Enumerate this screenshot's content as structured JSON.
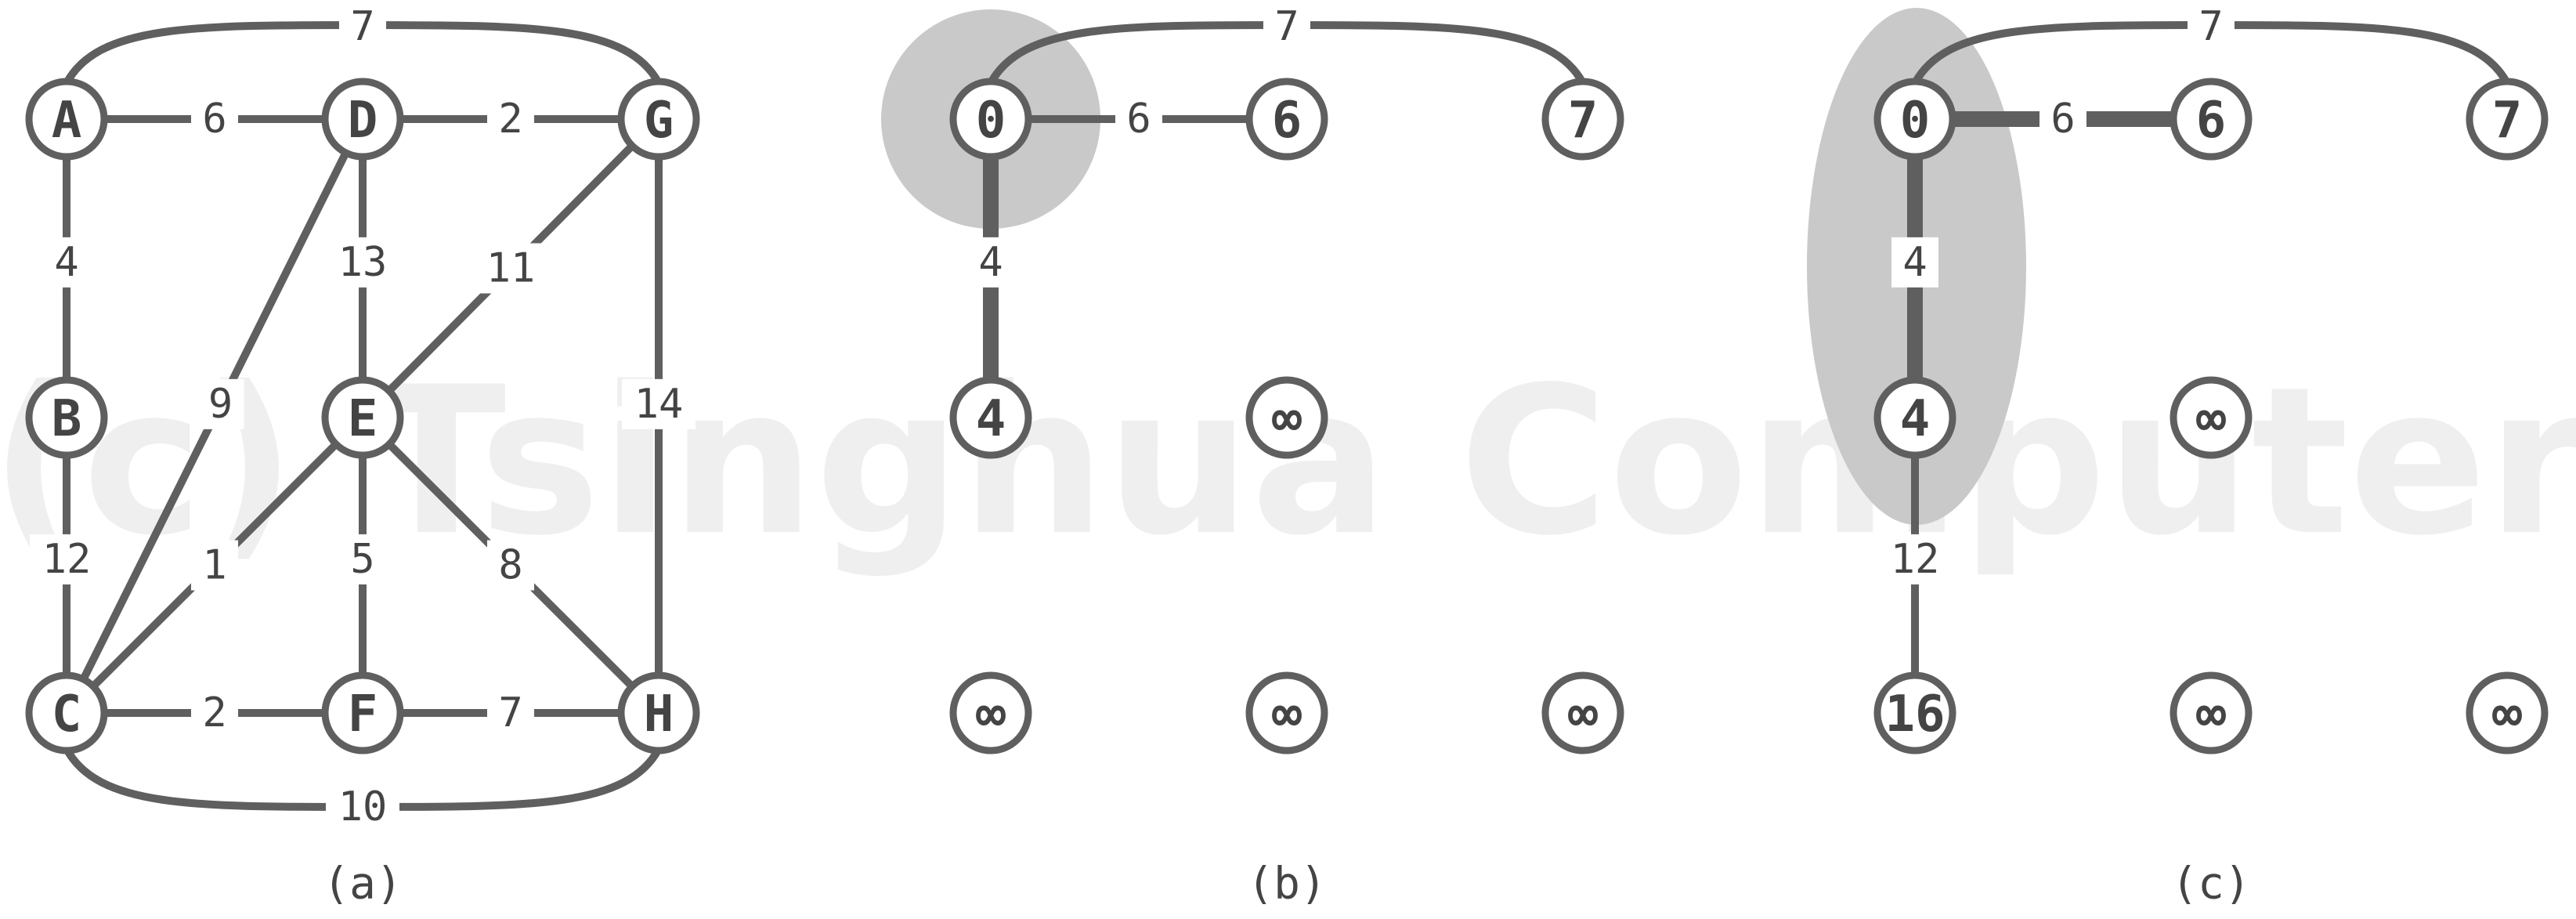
{
  "watermark": "(c) Tsinghua Computer",
  "panels": [
    {
      "id": "a",
      "caption": "(a)",
      "nodes": [
        {
          "id": "A",
          "label": "A"
        },
        {
          "id": "D",
          "label": "D"
        },
        {
          "id": "G",
          "label": "G"
        },
        {
          "id": "B",
          "label": "B"
        },
        {
          "id": "E",
          "label": "E"
        },
        {
          "id": "C",
          "label": "C"
        },
        {
          "id": "F",
          "label": "F"
        },
        {
          "id": "H",
          "label": "H"
        }
      ],
      "edges": [
        {
          "from": "A",
          "to": "G",
          "weight": "7"
        },
        {
          "from": "A",
          "to": "D",
          "weight": "6"
        },
        {
          "from": "D",
          "to": "G",
          "weight": "2"
        },
        {
          "from": "A",
          "to": "B",
          "weight": "4"
        },
        {
          "from": "D",
          "to": "E",
          "weight": "13"
        },
        {
          "from": "G",
          "to": "E",
          "weight": "11"
        },
        {
          "from": "D",
          "to": "C",
          "weight": "9"
        },
        {
          "from": "G",
          "to": "H",
          "weight": "14"
        },
        {
          "from": "B",
          "to": "C",
          "weight": "12"
        },
        {
          "from": "E",
          "to": "C",
          "weight": "1"
        },
        {
          "from": "E",
          "to": "F",
          "weight": "5"
        },
        {
          "from": "E",
          "to": "H",
          "weight": "8"
        },
        {
          "from": "C",
          "to": "F",
          "weight": "2"
        },
        {
          "from": "F",
          "to": "H",
          "weight": "7"
        },
        {
          "from": "C",
          "to": "H",
          "weight": "10"
        }
      ]
    },
    {
      "id": "b",
      "caption": "(b)",
      "nodes": [
        {
          "id": "A",
          "label": "0"
        },
        {
          "id": "D",
          "label": "6"
        },
        {
          "id": "G",
          "label": "7"
        },
        {
          "id": "B",
          "label": "4"
        },
        {
          "id": "E",
          "label": "∞"
        },
        {
          "id": "C",
          "label": "∞"
        },
        {
          "id": "F",
          "label": "∞"
        },
        {
          "id": "H",
          "label": "∞"
        }
      ],
      "edges": [
        {
          "from": "A",
          "to": "G",
          "weight": "7"
        },
        {
          "from": "A",
          "to": "D",
          "weight": "6"
        },
        {
          "from": "A",
          "to": "B",
          "weight": "4",
          "highlight": true
        }
      ]
    },
    {
      "id": "c",
      "caption": "(c)",
      "nodes": [
        {
          "id": "A",
          "label": "0"
        },
        {
          "id": "D",
          "label": "6"
        },
        {
          "id": "G",
          "label": "7"
        },
        {
          "id": "B",
          "label": "4"
        },
        {
          "id": "E",
          "label": "∞"
        },
        {
          "id": "C",
          "label": "16"
        },
        {
          "id": "F",
          "label": "∞"
        },
        {
          "id": "H",
          "label": "∞"
        }
      ],
      "edges": [
        {
          "from": "A",
          "to": "G",
          "weight": "7"
        },
        {
          "from": "A",
          "to": "D",
          "weight": "6",
          "highlight": true
        },
        {
          "from": "A",
          "to": "B",
          "weight": "4",
          "highlight": true
        },
        {
          "from": "B",
          "to": "C",
          "weight": "12"
        }
      ]
    }
  ]
}
